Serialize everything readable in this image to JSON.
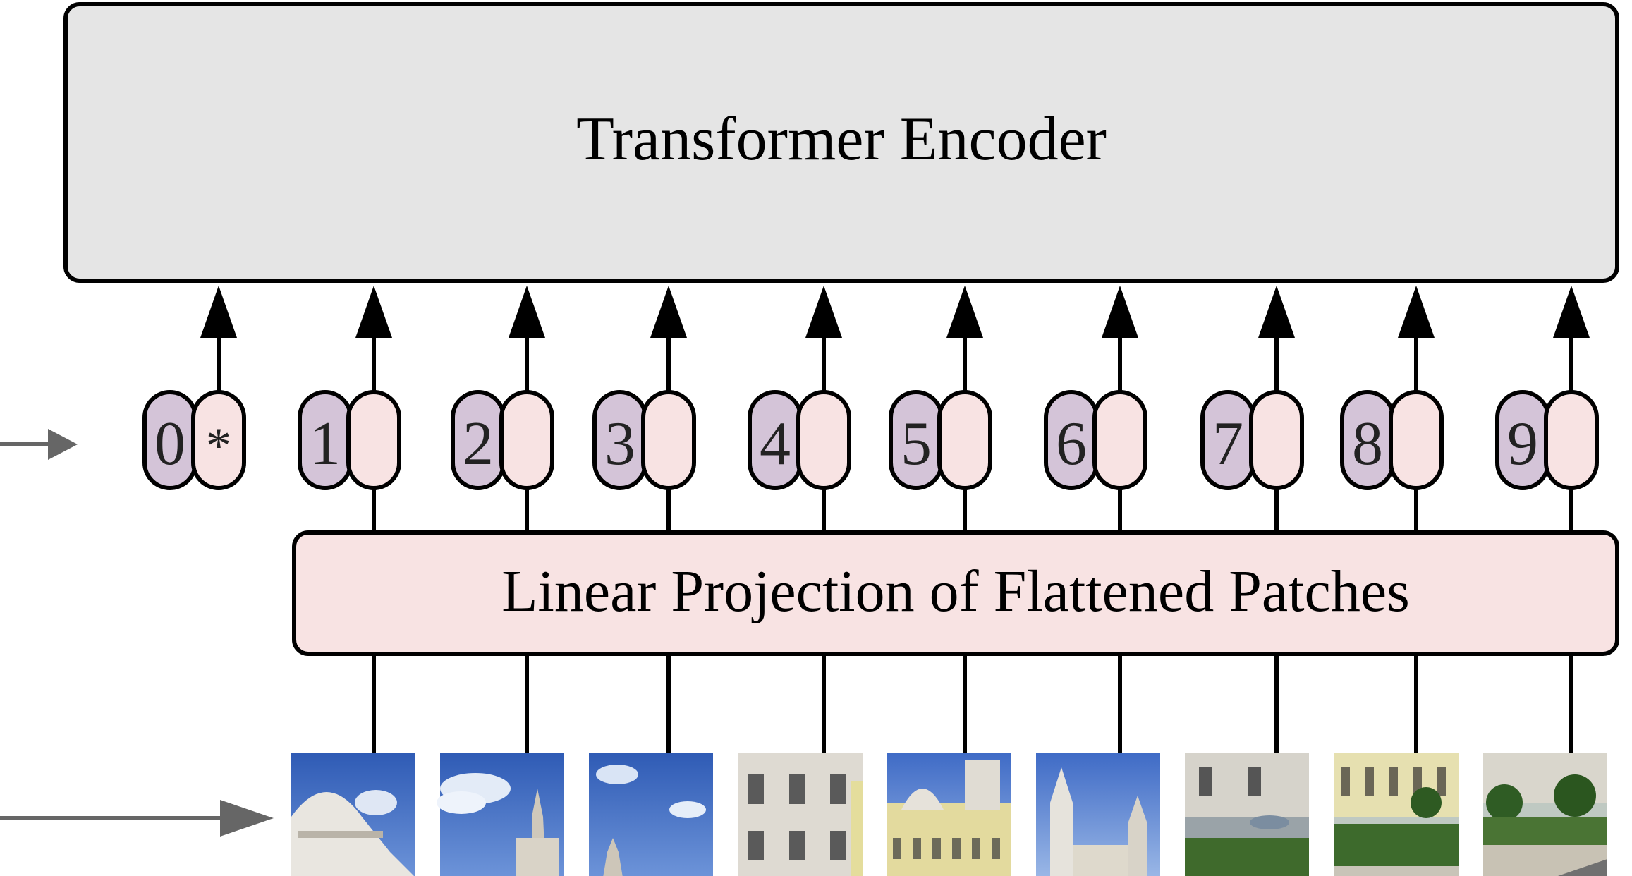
{
  "encoder": {
    "label": "Transformer Encoder",
    "fill": "#e5e5e5"
  },
  "projection": {
    "label": "Linear Projection of Flattened Patches",
    "fill": "#f8e3e3"
  },
  "tokens": [
    {
      "position": "0",
      "embedding": "*"
    },
    {
      "position": "1",
      "embedding": ""
    },
    {
      "position": "2",
      "embedding": ""
    },
    {
      "position": "3",
      "embedding": ""
    },
    {
      "position": "4",
      "embedding": ""
    },
    {
      "position": "5",
      "embedding": ""
    },
    {
      "position": "6",
      "embedding": ""
    },
    {
      "position": "7",
      "embedding": ""
    },
    {
      "position": "8",
      "embedding": ""
    },
    {
      "position": "9",
      "embedding": ""
    }
  ],
  "colors": {
    "position_fill": "#d4c4d8",
    "embedding_fill": "#f8e3e3",
    "stroke": "#000000",
    "side_arrow": "#666666"
  },
  "patches": [
    "dome-sky-icon",
    "tower-clouds-icon",
    "spire-sky-icon",
    "facade-windows-icon",
    "palace-facade-icon",
    "bell-towers-icon",
    "street-cars-icon",
    "plaza-hedges-icon",
    "park-trees-icon"
  ]
}
